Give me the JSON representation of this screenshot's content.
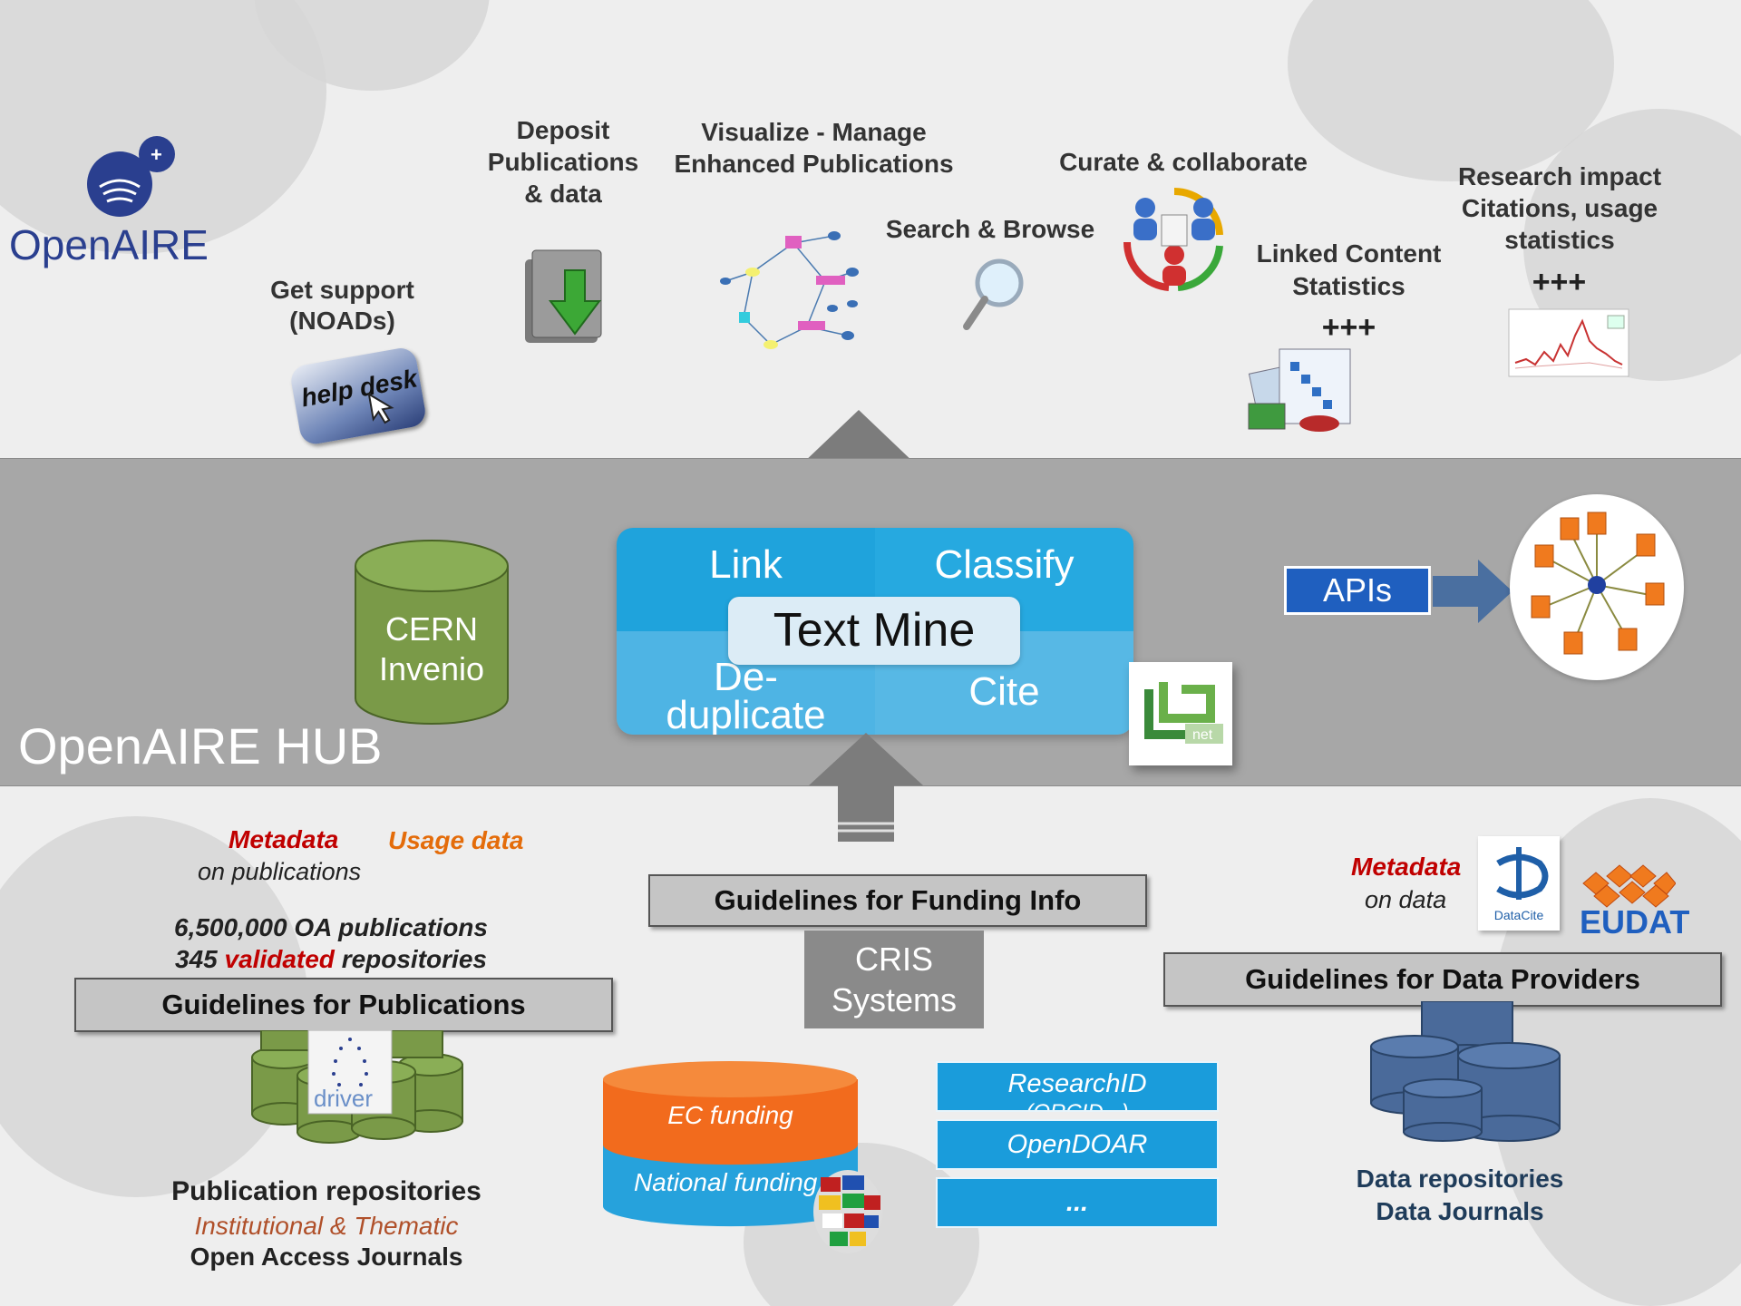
{
  "logo": {
    "name": "OpenAIRE",
    "plus": "+"
  },
  "top_services": {
    "support": {
      "line1": "Get support",
      "line2": "(NOADs)",
      "badge": "help desk"
    },
    "deposit": {
      "line1": "Deposit",
      "line2": "Publications",
      "line3": "& data"
    },
    "visualize": {
      "line1": "Visualize - Manage",
      "line2": "Enhanced Publications"
    },
    "search": {
      "label": "Search & Browse"
    },
    "curate": {
      "label": "Curate & collaborate"
    },
    "linked": {
      "line1": "Linked Content",
      "line2": "Statistics",
      "plus": "+++"
    },
    "impact": {
      "line1": "Research impact",
      "line2": "Citations, usage",
      "line3": "statistics",
      "plus": "+++"
    }
  },
  "hub": {
    "title": "OpenAIRE HUB",
    "cern": {
      "line1": "CERN",
      "line2": "Invenio"
    },
    "text_mine": {
      "link": "Link",
      "classify": "Classify",
      "center": "Text Mine",
      "dedup1": "De-",
      "dedup2": "duplicate",
      "cite": "Cite"
    },
    "apis": "APIs",
    "dnet_label": "net"
  },
  "bottom_left": {
    "metadata": "Metadata",
    "usage": "Usage data",
    "on_publications": "on publications",
    "count_line": "6,500,000 OA publications",
    "repo_count": "345",
    "validated": "validated",
    "repositories": "repositories",
    "guidelines": "Guidelines for Publications",
    "driver": "driver",
    "pub_repos": "Publication repositories",
    "inst_thematic": "Institutional & Thematic",
    "oa_journals": "Open Access Journals"
  },
  "bottom_center": {
    "funding_guidelines": "Guidelines for Funding Info",
    "cris1": "CRIS",
    "cris2": "Systems",
    "ec_funding": "EC  funding",
    "national_funding": "National funding",
    "rows": [
      "ResearchID",
      "OpenDOAR",
      "..."
    ],
    "row0_sub": "(ORCID...)"
  },
  "bottom_right": {
    "metadata": "Metadata",
    "on_data": "on data",
    "datacite": "DataCite",
    "eudat": "EUDAT",
    "guidelines": "Guidelines for Data Providers",
    "data_repos": "Data repositories",
    "data_journals": "Data Journals"
  },
  "colors": {
    "hub_band": "#a7a7a7",
    "text_mine_blue": "#1fa3dc",
    "metadata_red": "#c00000",
    "usage_orange": "#e46c0a",
    "olive": "#7a9a48",
    "apis_blue": "#1f5fbf",
    "navy_text": "#1f3c5a"
  }
}
